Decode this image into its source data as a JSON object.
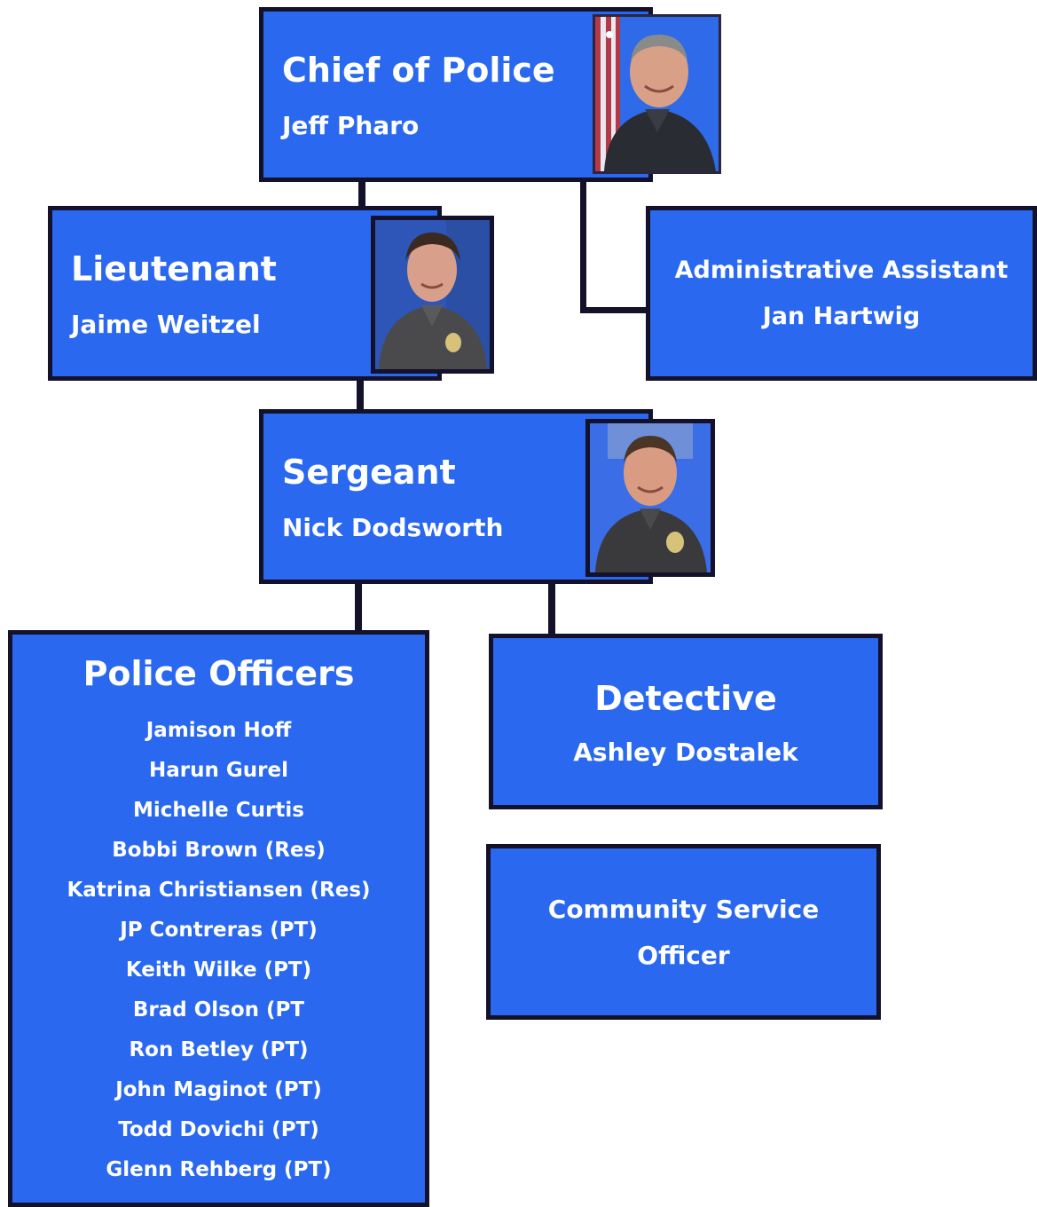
{
  "chief": {
    "title": "Chief of Police",
    "name": "Jeff Pharo"
  },
  "lieutenant": {
    "title": "Lieutenant",
    "name": "Jaime Weitzel"
  },
  "admin_assistant": {
    "title": "Administrative Assistant",
    "name": "Jan Hartwig"
  },
  "sergeant": {
    "title": "Sergeant",
    "name": "Nick Dodsworth"
  },
  "police_officers": {
    "title": "Police Officers",
    "members": [
      "Jamison Hoff",
      "Harun Gurel",
      "Michelle Curtis",
      "Bobbi Brown (Res)",
      "Katrina Christiansen (Res)",
      "JP Contreras (PT)",
      "Keith Wilke (PT)",
      "Brad Olson (PT",
      "Ron Betley (PT)",
      "John Maginot (PT)",
      "Todd Dovichi (PT)",
      "Glenn Rehberg (PT)"
    ]
  },
  "detective": {
    "title": "Detective",
    "name": "Ashley Dostalek"
  },
  "community_service_officer": {
    "title_line1": "Community Service",
    "title_line2": "Officer"
  },
  "colors": {
    "box_fill": "#2968ef",
    "border": "#14112b",
    "text": "#ffffff"
  }
}
